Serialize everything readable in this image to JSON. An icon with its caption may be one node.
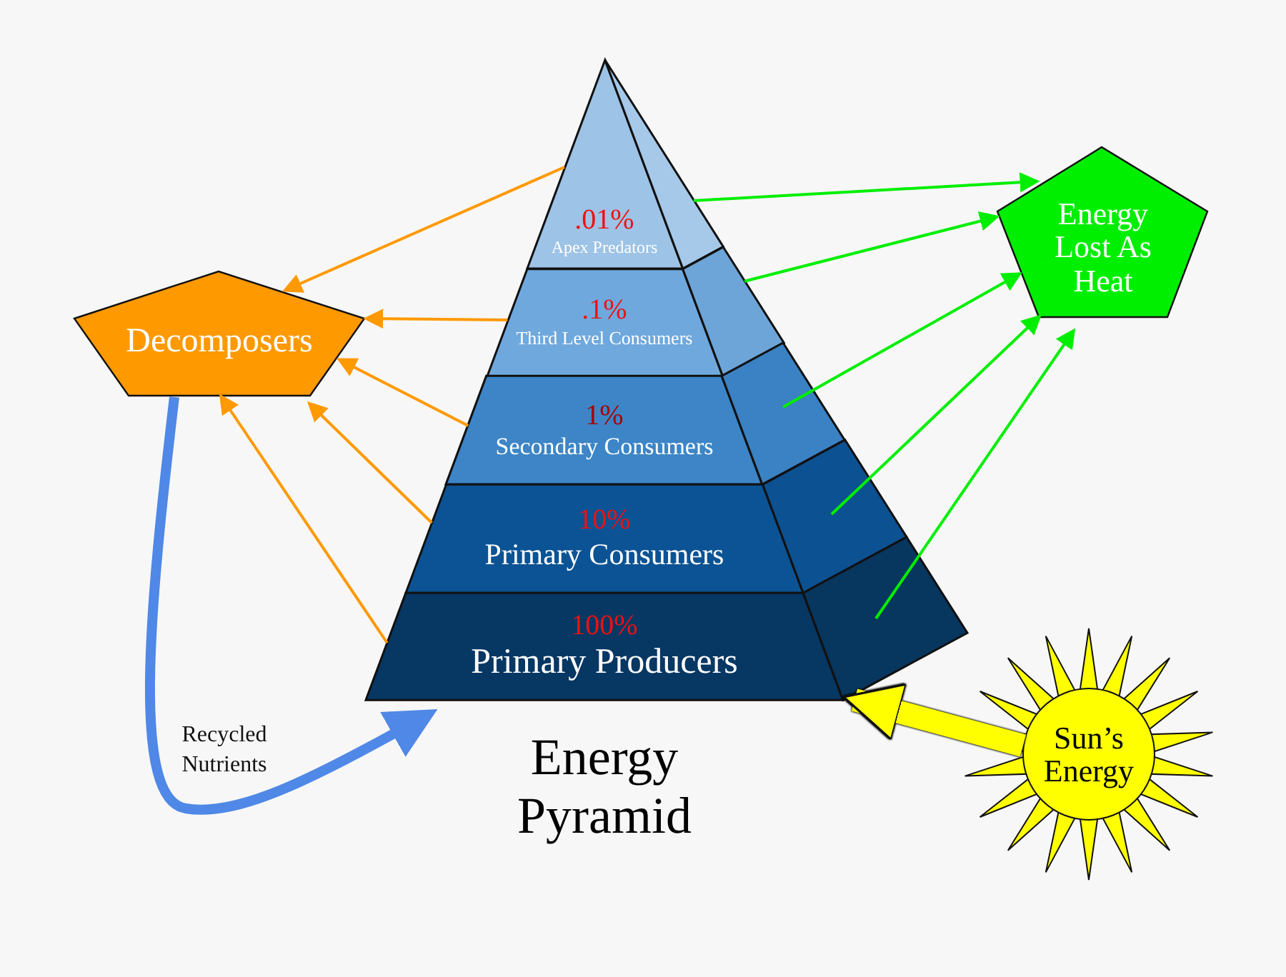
{
  "diagram": {
    "title": "Energy Pyramid",
    "nodes": [
      {
        "text": [
          "Decomposers"
        ]
      },
      {
        "text": [
          ".01%",
          "Apex Predators"
        ]
      },
      {
        "text": [
          ".1%",
          "Third Level Consumers"
        ]
      },
      {
        "text": [
          "1%",
          "Secondary Consumers"
        ]
      },
      {
        "text": [
          "10%",
          "Primary Consumers"
        ]
      },
      {
        "text": [
          "100%",
          "Primary Producers"
        ]
      },
      {
        "text": [
          "Energy Lost As Heat"
        ]
      },
      {
        "text": [
          "Sun’s Energy"
        ]
      }
    ],
    "edges": [
      {
        "from": 1,
        "to": 0,
        "arrow": "to",
        "color": "#ff9900"
      },
      {
        "from": 2,
        "to": 0,
        "arrow": "to",
        "color": "#ff9900"
      },
      {
        "from": 3,
        "to": 0,
        "arrow": "to",
        "color": "#ff9900"
      },
      {
        "from": 4,
        "to": 0,
        "arrow": "to",
        "color": "#ff9900"
      },
      {
        "from": 5,
        "to": 0,
        "arrow": "to",
        "color": "#ff9900"
      },
      {
        "from": 1,
        "to": 6,
        "arrow": "to",
        "color": "#00ee00"
      },
      {
        "from": 2,
        "to": 6,
        "arrow": "to",
        "color": "#00ee00"
      },
      {
        "from": 3,
        "to": 6,
        "arrow": "to",
        "color": "#00ee00"
      },
      {
        "from": 4,
        "to": 6,
        "arrow": "to",
        "color": "#00ee00"
      },
      {
        "from": 5,
        "to": 6,
        "arrow": "to",
        "color": "#00ee00"
      },
      {
        "from": 0,
        "to": 5,
        "arrow": "to",
        "label": "Recycled Nutrients",
        "style": "thick",
        "color": "#4f88e6"
      },
      {
        "from": 7,
        "to": 5,
        "arrow": "to",
        "style": "thick",
        "color": "#ffff00"
      }
    ]
  }
}
